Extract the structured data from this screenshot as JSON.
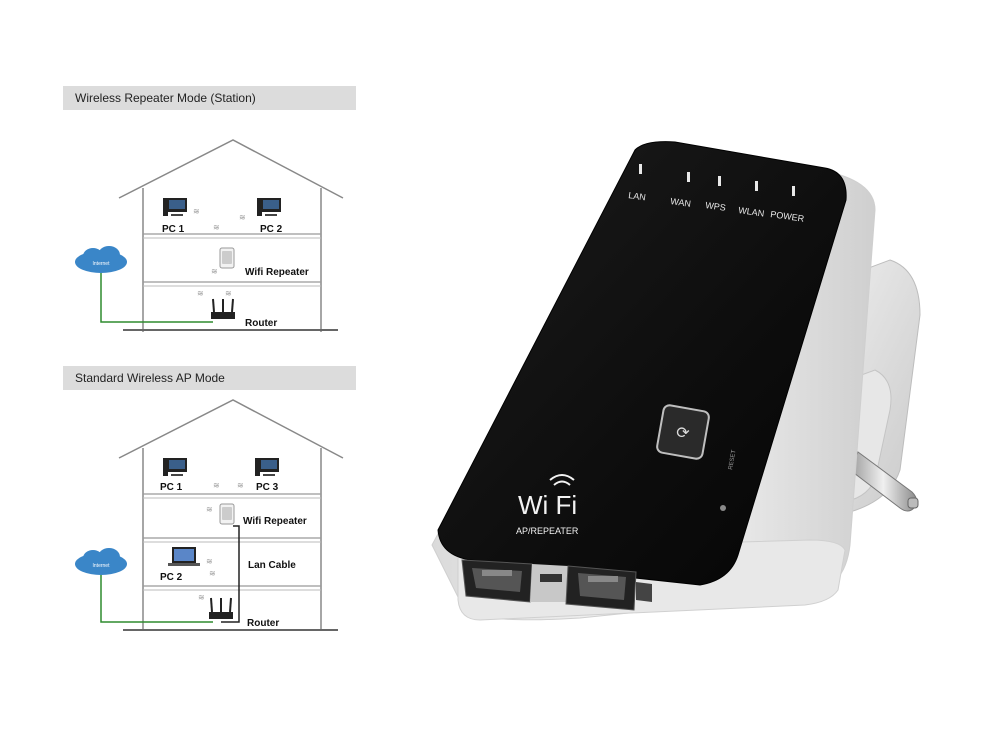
{
  "station_diagram": {
    "title": "Wireless Repeater Mode (Station)",
    "labels": {
      "internet": "Internet",
      "pc1": "PC 1",
      "pc2": "PC 2",
      "repeater": "Wifi Repeater",
      "router": "Router"
    }
  },
  "ap_diagram": {
    "title": "Standard Wireless AP Mode",
    "labels": {
      "internet": "Internet",
      "pc1": "PC 1",
      "pc3": "PC 3",
      "repeater": "Wifi Repeater",
      "pc2": "PC 2",
      "lan_cable": "Lan Cable",
      "router": "Router"
    }
  },
  "device": {
    "leds": [
      "LAN",
      "WAN",
      "WPS",
      "WLAN",
      "POWER"
    ],
    "logo": "Wi Fi",
    "subtitle": "AP/REPEATER",
    "reset_label": "RESET",
    "colors": {
      "body": "#111111",
      "casing": "#f3f3f3",
      "led_text": "#e8e8e8",
      "cable_line": "#2e8b2e",
      "cloud": "#3a86c8"
    }
  }
}
